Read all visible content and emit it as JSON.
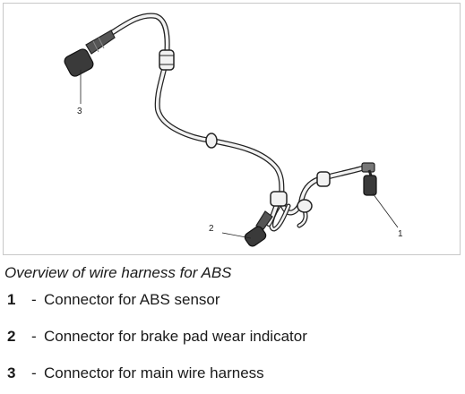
{
  "diagram": {
    "callouts": [
      {
        "number": "1"
      },
      {
        "number": "2"
      },
      {
        "number": "3"
      }
    ]
  },
  "caption": "Overview of wire harness for ABS",
  "legend": {
    "items": [
      {
        "number": "1",
        "dash": "-",
        "text": "Connector for ABS sensor"
      },
      {
        "number": "2",
        "dash": "-",
        "text": "Connector for brake pad wear indicator"
      },
      {
        "number": "3",
        "dash": "-",
        "text": "Connector for main wire harness"
      }
    ]
  },
  "colors": {
    "line": "#222222",
    "cable_fill": "#f2f2f2",
    "connector_fill": "#3a3a3a",
    "frame": "#c8c8c8"
  }
}
